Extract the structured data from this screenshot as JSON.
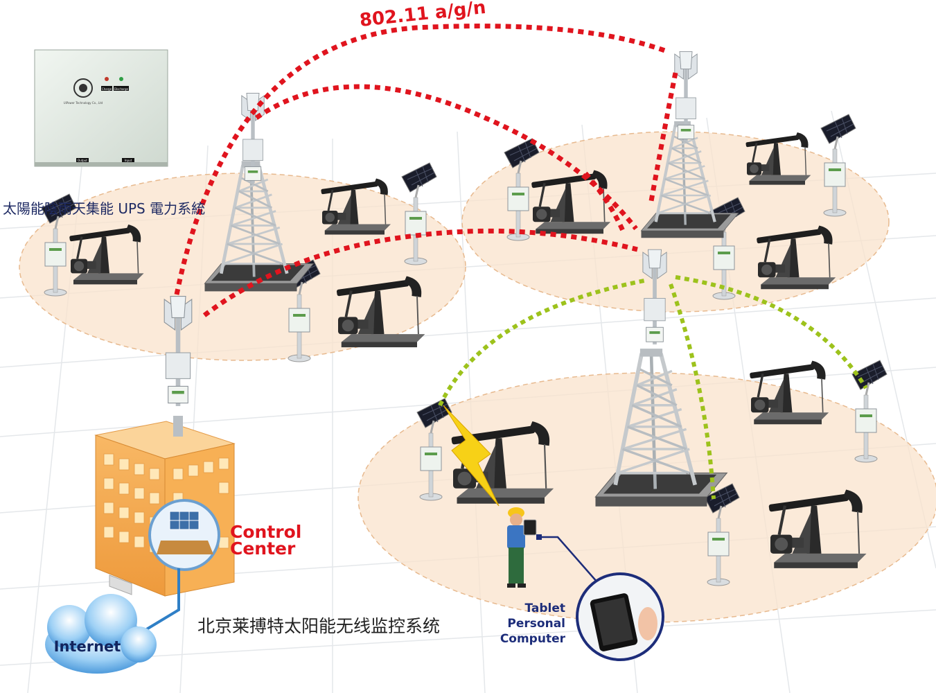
{
  "wireless_standard": "802.11 a/g/n",
  "ups_caption": "太陽能陰雨天集能 UPS 電力系統",
  "ups_panel": {
    "brand": "UiPower Technology Co., Ltd",
    "btn_charge": "Charge",
    "btn_discharge": "Discharge",
    "port_output": "Output",
    "port_input": "Input"
  },
  "control_center": {
    "line1": "Control",
    "line2": "Center"
  },
  "internet_label": "Internet",
  "system_title": "北京莱搏特太阳能无线监控系统",
  "tablet_label": {
    "line1": "Tablet",
    "line2": "Personal",
    "line3": "Computer"
  },
  "colors": {
    "backhaul_link": "#e0141e",
    "local_link": "#9dc21c",
    "zone_fill": "#fae3cc",
    "building": "#f5a94e",
    "cloud": "#4aa0e0",
    "lightning": "#f7d117"
  }
}
